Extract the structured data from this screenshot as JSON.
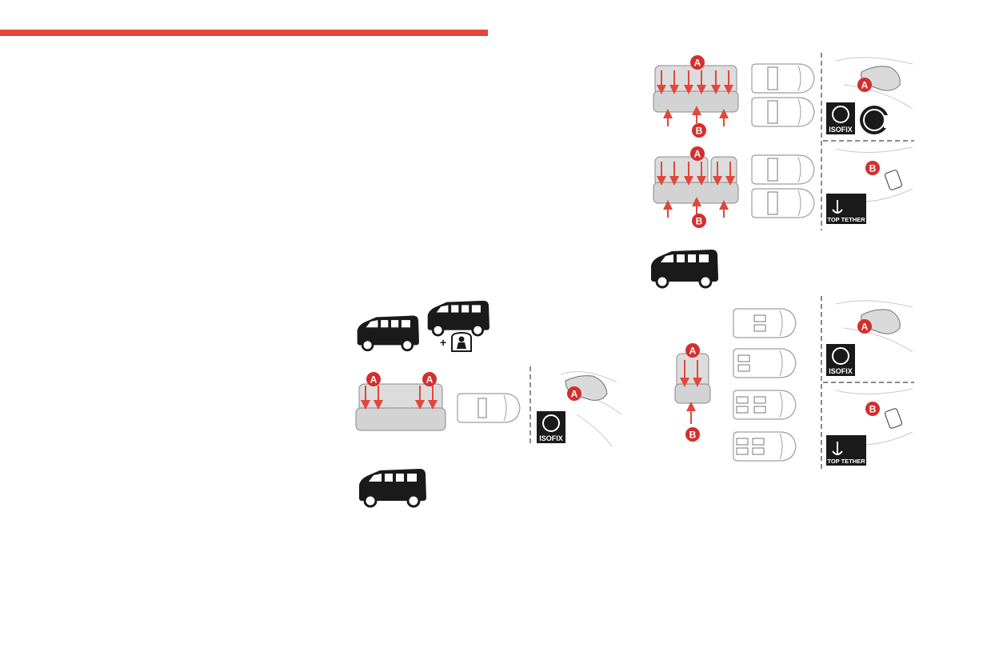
{
  "colors": {
    "accent": "#e2473b",
    "badge": "#d32f2f",
    "seat": "#d9d9d9",
    "seat_stroke": "#8a8a8a",
    "line": "#bdbdbd",
    "dark": "#1a1a1a"
  },
  "markers": {
    "a": "A",
    "b": "B"
  },
  "icons": {
    "isofix": "ISOFIX",
    "top_tether": "TOP TETHER",
    "plus": "+"
  },
  "icon_names": [
    "isofix-icon",
    "top-tether-icon",
    "child-seat-info-icon",
    "child-seat-icon",
    "van-icon"
  ]
}
